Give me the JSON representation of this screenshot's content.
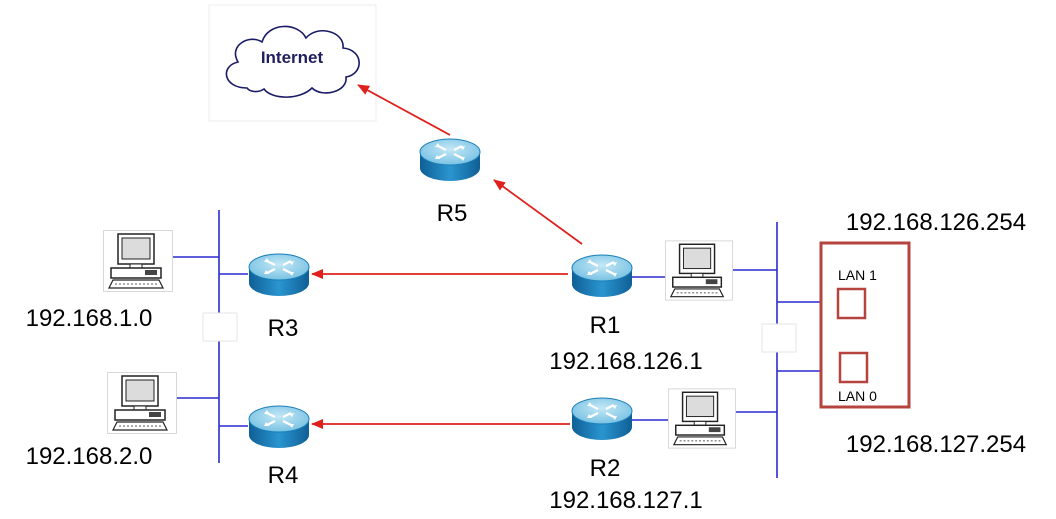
{
  "cloud": {
    "label": "Internet"
  },
  "routers": {
    "r5": {
      "name": "R5"
    },
    "r3": {
      "name": "R3"
    },
    "r4": {
      "name": "R4"
    },
    "r1": {
      "name": "R1",
      "ip": "192.168.126.1"
    },
    "r2": {
      "name": "R2",
      "ip": "192.168.127.1"
    }
  },
  "networks": {
    "net1": "192.168.1.0",
    "net2": "192.168.2.0"
  },
  "device": {
    "ip_top": "192.168.126.254",
    "ip_bottom": "192.168.127.254",
    "lan1": "LAN 1",
    "lan0": "LAN 0"
  },
  "colors": {
    "link": "#2a2acf",
    "arrow": "#e0201c",
    "device_border": "#b5443f",
    "router_top": "#9ad3ea",
    "router_body": "#1b7fb8"
  }
}
